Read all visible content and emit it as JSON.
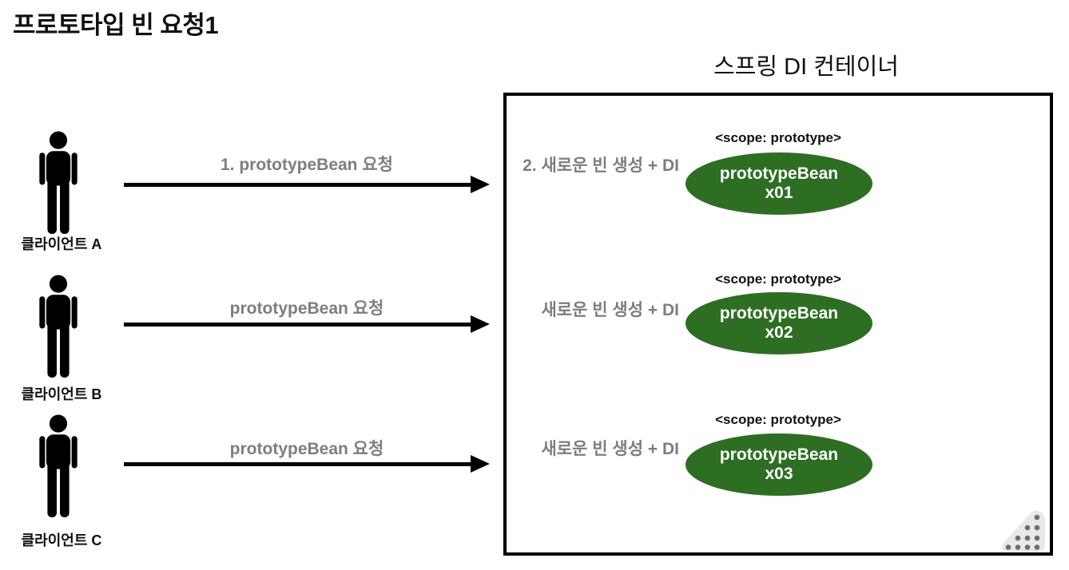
{
  "title": "프로토타입 빈 요청1",
  "container": {
    "title": "스프링 DI 컨테이너"
  },
  "colors": {
    "bean_green": "#2d6e23",
    "label_gray": "#7e7e7e",
    "line_black": "#000000"
  },
  "icons": {
    "person": "person-icon",
    "arrow": "arrow-right-icon",
    "corner_dots": "dots-triangle-icon"
  },
  "clients": [
    {
      "label": "클라이언트 A",
      "request_label": "1. prototypeBean 요청"
    },
    {
      "label": "클라이언트 B",
      "request_label": "prototypeBean 요청"
    },
    {
      "label": "클라이언트 C",
      "request_label": "prototypeBean 요청"
    }
  ],
  "rows": [
    {
      "action_label": "2. 새로운 빈 생성 + DI",
      "scope_label": "<scope: prototype>",
      "bean_name": "prototypeBean",
      "bean_instance": "x01"
    },
    {
      "action_label": "새로운 빈 생성 + DI",
      "scope_label": "<scope: prototype>",
      "bean_name": "prototypeBean",
      "bean_instance": "x02"
    },
    {
      "action_label": "새로운 빈 생성 + DI",
      "scope_label": "<scope: prototype>",
      "bean_name": "prototypeBean",
      "bean_instance": "x03"
    }
  ]
}
